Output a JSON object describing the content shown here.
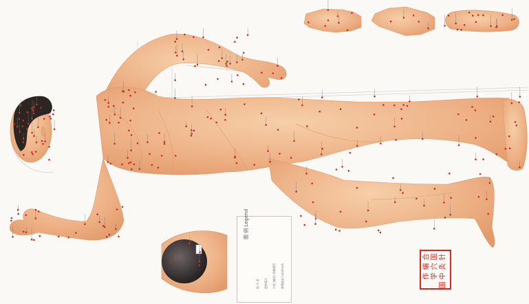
{
  "figure": {
    "background": "#fbf9f5",
    "skin_color": "#f0b98c",
    "point_color": "#cc2a24",
    "hair_color": "#2b2622",
    "stamp_color": "#d42a1f"
  },
  "legend": {
    "title": "图 例 Legend",
    "lines": [
      "经 穴 名",
      "经外奇穴",
      "穴名 (编号) 经络简写",
      "体表标志 Landmark"
    ]
  },
  "stamp": {
    "characters": [
      "合",
      "编",
      "作",
      "国",
      "穴",
      "学",
      "针",
      "灸",
      "中",
      "国"
    ]
  },
  "views": [
    "palm",
    "palm",
    "sole",
    "head-top",
    "full-body-lateral"
  ]
}
